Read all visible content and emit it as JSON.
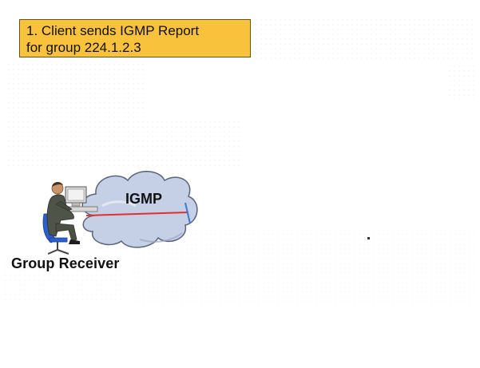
{
  "step": {
    "line1": "1. Client sends IGMP Report",
    "line2": "for group 224.1.2.3"
  },
  "cloud": {
    "label": "IGMP"
  },
  "receiver": {
    "label": "Group Receiver"
  },
  "colors": {
    "step_box_fill": "#f8c23d",
    "cloud_fill": "#c5cfe6",
    "link_line": "#e03030"
  },
  "icons": [
    "person-at-computer-icon",
    "igmp-cloud-icon"
  ]
}
